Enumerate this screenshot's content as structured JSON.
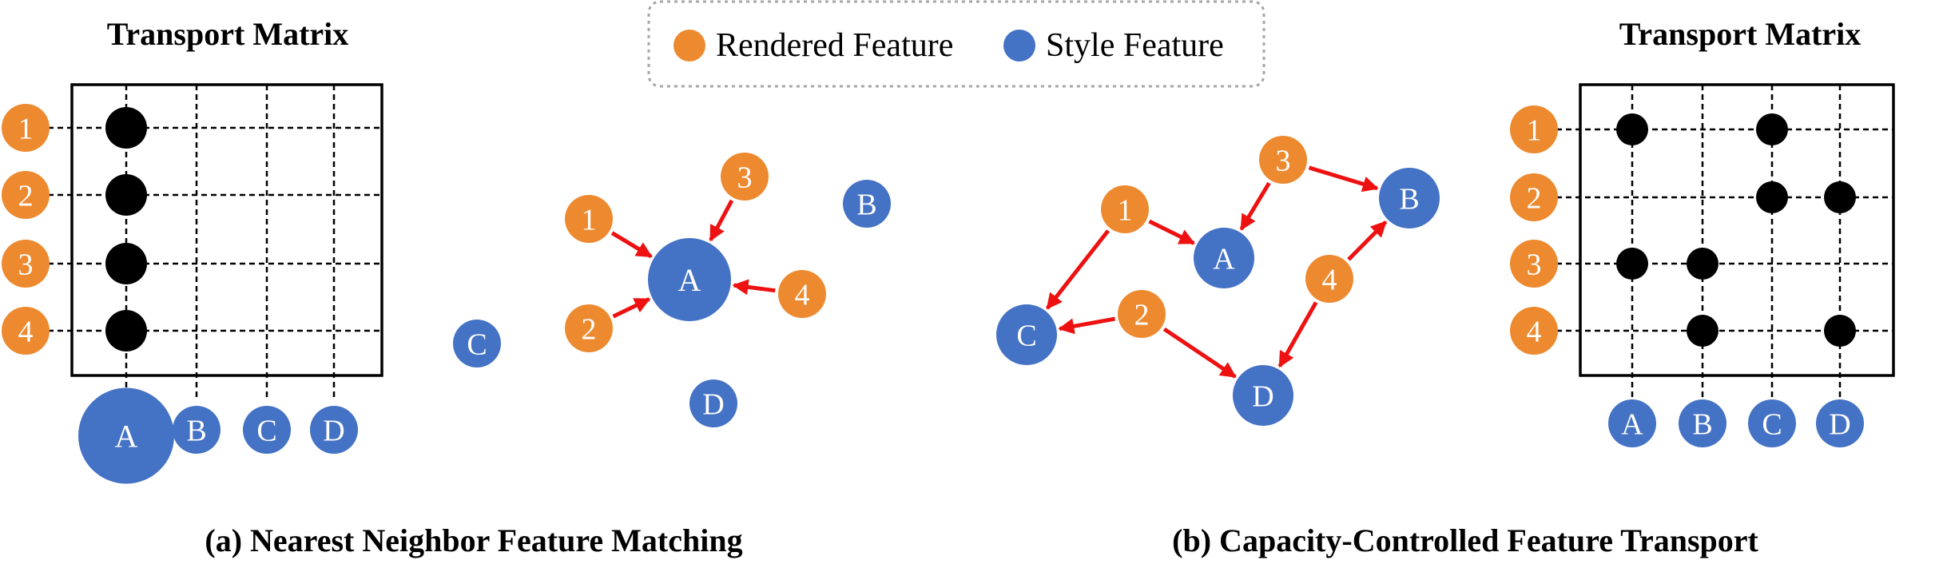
{
  "legend": {
    "rendered_label": "Rendered Feature",
    "style_label": "Style Feature"
  },
  "colors": {
    "rendered": "#ED8A30",
    "style": "#4472C4",
    "arrow": "#EE1111",
    "dot": "#000000"
  },
  "left_panel": {
    "matrix_title": "Transport Matrix",
    "rows": [
      "1",
      "2",
      "3",
      "4"
    ],
    "cols": [
      "A",
      "B",
      "C",
      "D"
    ],
    "entries": [
      [
        1,
        1
      ],
      [
        2,
        1
      ],
      [
        3,
        1
      ],
      [
        4,
        1
      ]
    ],
    "style_node_scale": [
      2.0,
      1.0,
      1.0,
      1.0
    ],
    "graph": {
      "style_nodes": [
        "A",
        "B",
        "C",
        "D"
      ],
      "rendered_nodes": [
        "1",
        "2",
        "3",
        "4"
      ],
      "edges": [
        [
          "1",
          "A"
        ],
        [
          "2",
          "A"
        ],
        [
          "3",
          "A"
        ],
        [
          "4",
          "A"
        ]
      ]
    },
    "caption": "(a) Nearest Neighbor Feature Matching"
  },
  "right_panel": {
    "matrix_title": "Transport Matrix",
    "rows": [
      "1",
      "2",
      "3",
      "4"
    ],
    "cols": [
      "A",
      "B",
      "C",
      "D"
    ],
    "entries": [
      [
        1,
        1
      ],
      [
        1,
        3
      ],
      [
        2,
        3
      ],
      [
        2,
        4
      ],
      [
        3,
        1
      ],
      [
        3,
        2
      ],
      [
        4,
        2
      ],
      [
        4,
        4
      ]
    ],
    "graph": {
      "style_nodes": [
        "A",
        "B",
        "C",
        "D"
      ],
      "rendered_nodes": [
        "1",
        "2",
        "3",
        "4"
      ],
      "edges": [
        [
          "1",
          "A"
        ],
        [
          "1",
          "C"
        ],
        [
          "2",
          "C"
        ],
        [
          "2",
          "D"
        ],
        [
          "3",
          "A"
        ],
        [
          "3",
          "B"
        ],
        [
          "4",
          "B"
        ],
        [
          "4",
          "D"
        ]
      ]
    },
    "caption": "(b) Capacity-Controlled Feature Transport"
  }
}
